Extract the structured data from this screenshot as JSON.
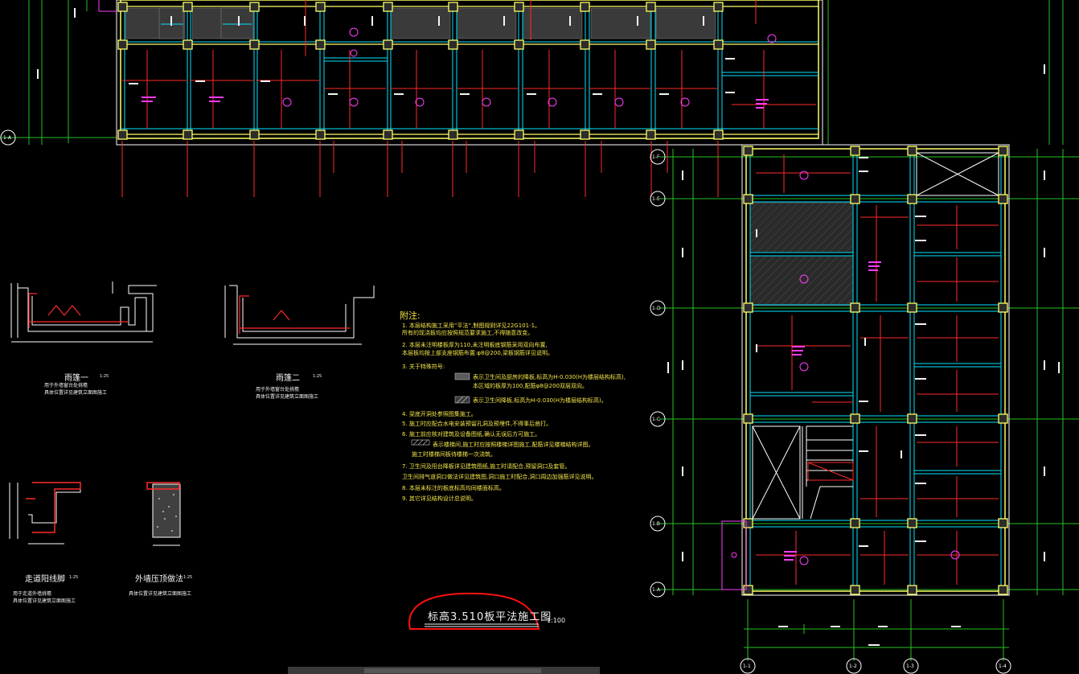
{
  "drawing": {
    "title": "标高3.510板平法施工图",
    "scale": "1:100"
  },
  "notes": {
    "heading": "附注:",
    "items": [
      "1. 本层结构施工采用“平法”,制图规则详见22G101-1。",
      "   所有的现浇板均应按照规范要求施工,不得随意改变。",
      "2. 本层未注明楼板厚为110,未注明板底钢筋采用双向布置,",
      "   本层板均按上部支座钢筋布置:φ8@200,梁板钢筋详见说明。",
      "3. 关于特殊符号:",
      "表示卫生间及厨房的降板,标高为H-0.030(H为楼层结构标高),",
      "   本区域的板厚为100,配筋φ8@200双层双向。",
      "表示卫生间降板,标高为H-0.030(H为楼层结构标高)。",
      "4. 梁底开洞处参照图集施工。",
      "5. 施工时应配合水电安装预留孔洞及预埋件,不得事后凿打。",
      "6. 施工前应核对建筑及设备图纸,确认无误后方可施工。",
      "表示楼梯间,施工时应按照楼梯详图施工,配筋详见楼梯结构详图。",
      "   施工时楼梯间板待楼梯一次浇筑。",
      "7. 卫生间及阳台降板详见建筑图纸,施工时请配合,预留洞口及套管。",
      "   卫生间排气道洞口做法详见建筑图,洞口施工时配合,洞口周边加强筋详见说明。",
      "8. 本层未标注的板底标高均同楼面标高。",
      "9. 其它详见结构设计总说明。"
    ]
  },
  "details": [
    {
      "title": "雨篷一",
      "scale": "1:25",
      "sub": [
        "用于外墙窗台处挑檐",
        "具体位置详见建筑立面图施工"
      ]
    },
    {
      "title": "雨篷二",
      "scale": "1:25",
      "sub": [
        "用于外墙窗台处挑檐",
        "具体位置详见建筑立面图施工"
      ]
    },
    {
      "title": "走道阳线脚",
      "scale": "1:25",
      "sub": [
        "用于走道外墙挑檐",
        "具体位置详见建筑立面图施工"
      ]
    },
    {
      "title": "外墙压顶做法",
      "scale": "1:25",
      "sub": [
        "具体位置详见建筑立面图施工"
      ]
    }
  ],
  "grid_labels": [
    "1-A",
    "1-F",
    "1-E",
    "1-D",
    "1-C",
    "1-B",
    "1-A",
    "1-1",
    "1-2",
    "1-3",
    "1-4"
  ],
  "colors": {
    "background": "#000000",
    "wall": "#ffff66",
    "slab_edge": "#00e5ff",
    "beam": "#ffffff",
    "rebar": "#ff2a2a",
    "tag": "#ff3cff",
    "dimension": "#24c224",
    "annotation": "#f4e64a",
    "highlight": "#ff1111"
  }
}
